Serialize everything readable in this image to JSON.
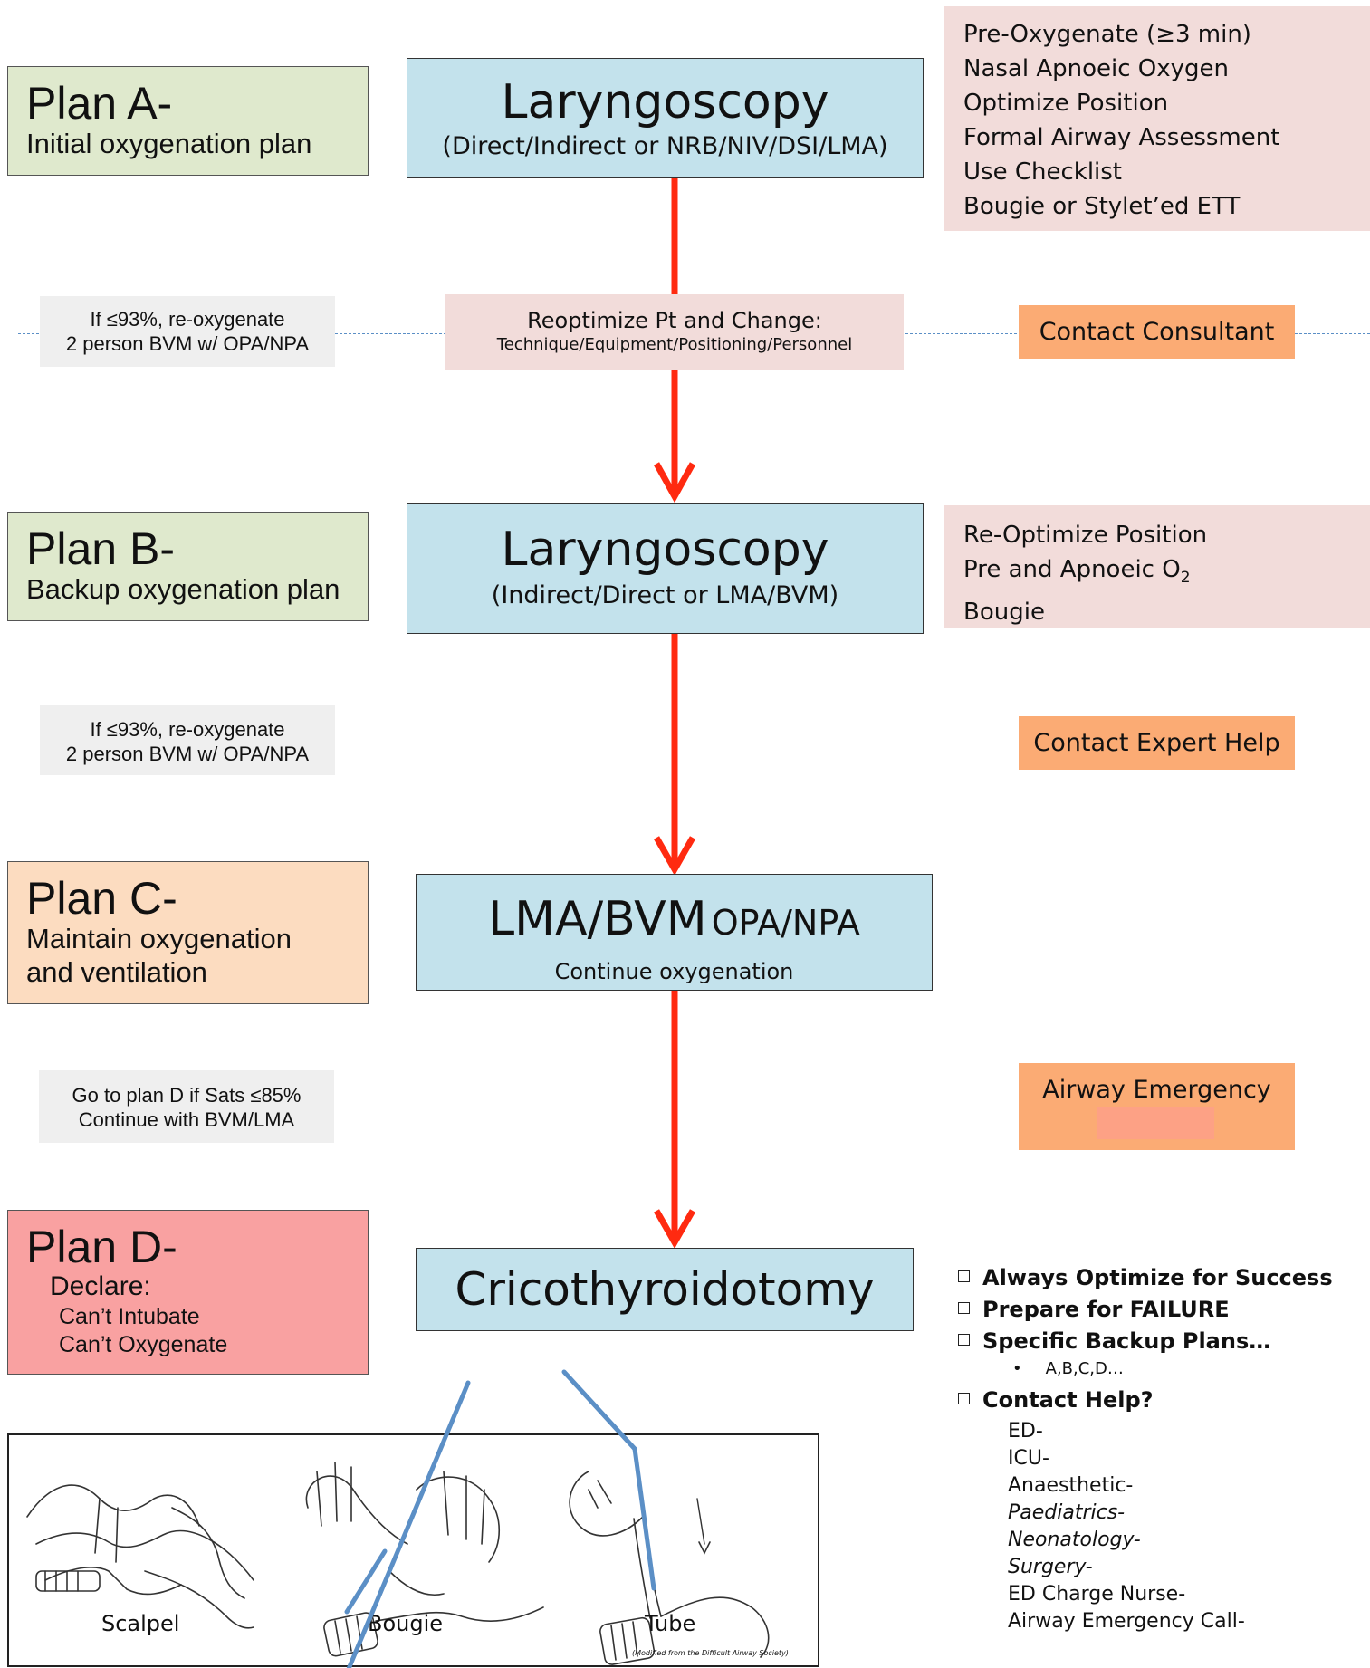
{
  "plans": {
    "a": {
      "title": "Plan A-",
      "subtitle": "Initial oxygenation plan",
      "color": "#dfe9cd"
    },
    "b": {
      "title": "Plan B-",
      "subtitle": "Backup oxygenation plan",
      "color": "#dfe9cd"
    },
    "c": {
      "title": "Plan C-",
      "subtitle_line1": "Maintain oxygenation",
      "subtitle_line2": "and ventilation",
      "color": "#fcdcc0"
    },
    "d": {
      "title": "Plan D-",
      "declare": "Declare:",
      "line1": "Can’t Intubate",
      "line2": "Can’t Oxygenate",
      "color": "#f9a1a1"
    }
  },
  "steps": {
    "s1": {
      "title": "Laryngoscopy",
      "sub": "(Direct/Indirect or NRB/NIV/DSI/LMA)"
    },
    "s2": {
      "title": "Laryngoscopy",
      "sub": "(Indirect/Direct or LMA/BVM)"
    },
    "s3": {
      "title_main": "LMA/BVM",
      "title_small": "OPA/NPA",
      "sub": "Continue oxygenation"
    },
    "s4": {
      "title": "Cricothyroidotomy"
    }
  },
  "reoptimize": {
    "line1": "Reoptimize Pt and Change:",
    "line2": "Technique/Equipment/Positioning/Personnel"
  },
  "notes": {
    "n1": {
      "line1": "If ≤93%, re-oxygenate",
      "line2": "2 person BVM w/ OPA/NPA"
    },
    "n2": {
      "line1": "If ≤93%, re-oxygenate",
      "line2": "2 person BVM w/ OPA/NPA"
    },
    "n3": {
      "line1": "Go to plan D if Sats ≤85%",
      "line2": "Continue with BVM/LMA"
    }
  },
  "contacts": {
    "c1": "Contact Consultant",
    "c2": "Contact Expert Help",
    "c3": "Airway Emergency"
  },
  "checklist_a": [
    "Pre-Oxygenate (≥3 min)",
    "Nasal Apnoeic Oxygen",
    "Optimize Position",
    "Formal Airway Assessment",
    "Use Checklist",
    "Bougie or Stylet’ed ETT"
  ],
  "checklist_b": {
    "line1": "Re-Optimize Position",
    "line2_pre": "Pre and Apnoeic  O",
    "line2_sub": "2",
    "line3": "Bougie"
  },
  "summary": {
    "item1": "Always Optimize for Success",
    "item2": "Prepare for FAILURE",
    "item3": "Specific Backup Plans…",
    "item3_sub": "A,B,C,D…",
    "item4": "Contact Help?",
    "contacts": [
      "ED-",
      "ICU-",
      "Anaesthetic-",
      "Paediatrics-",
      "Neonatology-",
      "Surgery-",
      "ED Charge Nurse-",
      "Airway Emergency Call-"
    ]
  },
  "illustration": {
    "labels": [
      "Scalpel",
      "Bougie",
      "Tube"
    ],
    "credit": "(Modified from the Difficult Airway Society)"
  },
  "colors": {
    "arrow": "#ff2a10",
    "step_box": "#c3e2ec",
    "note_box": "#f2dcda",
    "contact_box": "#fbab74",
    "dashed_line": "#5b8fc6"
  }
}
